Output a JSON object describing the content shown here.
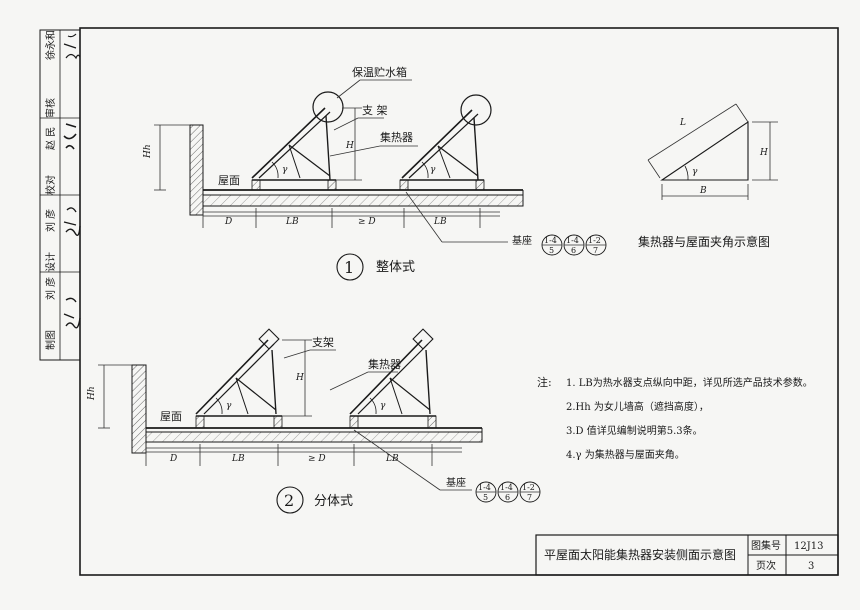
{
  "side_column": [
    "制图",
    "刘 彦",
    "设计",
    "刘 彦",
    "校对",
    "赵 民",
    "审核",
    "徐永和"
  ],
  "side_signatures": [
    "刘彦",
    "赵民",
    "徐永和"
  ],
  "diagram1": {
    "number": "1",
    "caption": "整体式",
    "labels": {
      "tank": "保温贮水箱",
      "bracket": "支 架",
      "collector": "集热器",
      "roof": "屋面",
      "base": "基座",
      "hh": "Hh",
      "h": "H",
      "gamma": "γ",
      "d": "D",
      "lb": "LB",
      "gd": "≥ D"
    },
    "base_refs": [
      {
        "top": "1-4",
        "bottom": "5"
      },
      {
        "top": "1-4",
        "bottom": "6"
      },
      {
        "top": "1-2",
        "bottom": "7"
      }
    ]
  },
  "diagram2": {
    "number": "2",
    "caption": "分体式",
    "labels": {
      "bracket": "支架",
      "collector": "集热器",
      "roof": "屋面",
      "base": "基座",
      "hh": "Hh",
      "h": "H",
      "gamma": "γ",
      "d": "D",
      "lb": "LB",
      "gd": "≥ D"
    },
    "base_refs": [
      {
        "top": "1-4",
        "bottom": "5"
      },
      {
        "top": "1-4",
        "bottom": "6"
      },
      {
        "top": "1-2",
        "bottom": "7"
      }
    ]
  },
  "angle_diagram": {
    "caption": "集热器与屋面夹角示意图",
    "l": "L",
    "h": "H",
    "b": "B",
    "gamma": "γ"
  },
  "notes": {
    "lead": "注:",
    "items": [
      "1. LB为热水器支点纵向中距，详见所选产品技术参数。",
      "2.Hh 为女儿墙高（遮挡高度），",
      "3.D 值详见编制说明第5.3条。",
      "4.γ 为集热器与屋面夹角。"
    ]
  },
  "title_block": {
    "title": "平屋面太阳能集热器安装侧面示意图",
    "set_label": "图集号",
    "set_value": "12J13",
    "page_label": "页次",
    "page_value": "3"
  }
}
